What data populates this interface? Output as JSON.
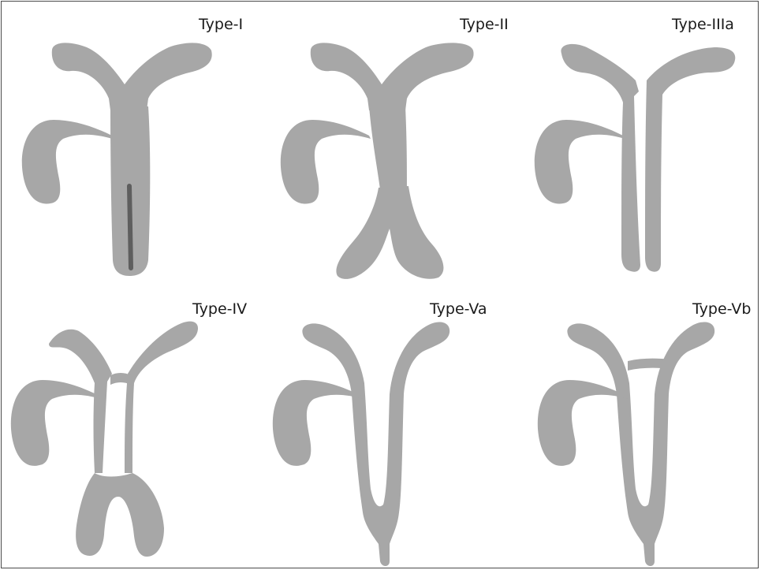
{
  "figure": {
    "panels": [
      {
        "label": "Type-I"
      },
      {
        "label": "Type-II"
      },
      {
        "label": "Type-IIIa"
      },
      {
        "label": "Type-IV"
      },
      {
        "label": "Type-Va"
      },
      {
        "label": "Type-Vb"
      }
    ]
  },
  "colors": {
    "shape": "#a7a7a7",
    "wire": "#5e5e5e",
    "border": "#4a4a4a",
    "background": "#ffffff"
  }
}
